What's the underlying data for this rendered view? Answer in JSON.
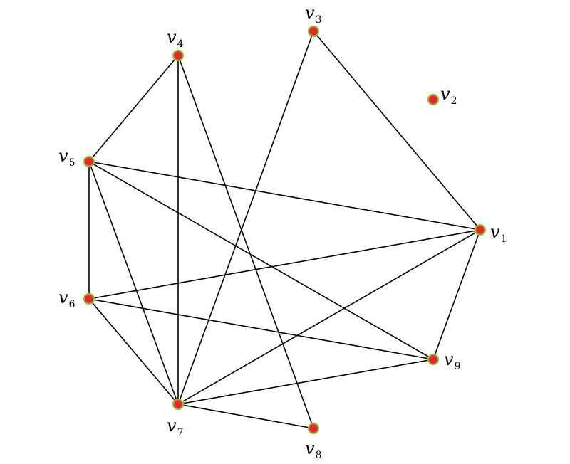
{
  "colors": {
    "edge": "#000000",
    "node_fill": "#e8262b",
    "node_stroke": "#8fbf3a",
    "background": "#ffffff"
  },
  "nodes": [
    {
      "id": "v1",
      "label": "v",
      "sub": "1"
    },
    {
      "id": "v2",
      "label": "v",
      "sub": "2"
    },
    {
      "id": "v3",
      "label": "v",
      "sub": "3"
    },
    {
      "id": "v4",
      "label": "v",
      "sub": "4"
    },
    {
      "id": "v5",
      "label": "v",
      "sub": "5"
    },
    {
      "id": "v6",
      "label": "v",
      "sub": "6"
    },
    {
      "id": "v7",
      "label": "v",
      "sub": "7"
    },
    {
      "id": "v8",
      "label": "v",
      "sub": "8"
    },
    {
      "id": "v9",
      "label": "v",
      "sub": "9"
    }
  ],
  "edges": [
    [
      "v3",
      "v1"
    ],
    [
      "v3",
      "v7"
    ],
    [
      "v4",
      "v5"
    ],
    [
      "v4",
      "v7"
    ],
    [
      "v4",
      "v8"
    ],
    [
      "v5",
      "v1"
    ],
    [
      "v5",
      "v6"
    ],
    [
      "v5",
      "v7"
    ],
    [
      "v5",
      "v9"
    ],
    [
      "v6",
      "v1"
    ],
    [
      "v6",
      "v7"
    ],
    [
      "v6",
      "v9"
    ],
    [
      "v7",
      "v1"
    ],
    [
      "v7",
      "v8"
    ],
    [
      "v7",
      "v9"
    ],
    [
      "v1",
      "v9"
    ]
  ]
}
